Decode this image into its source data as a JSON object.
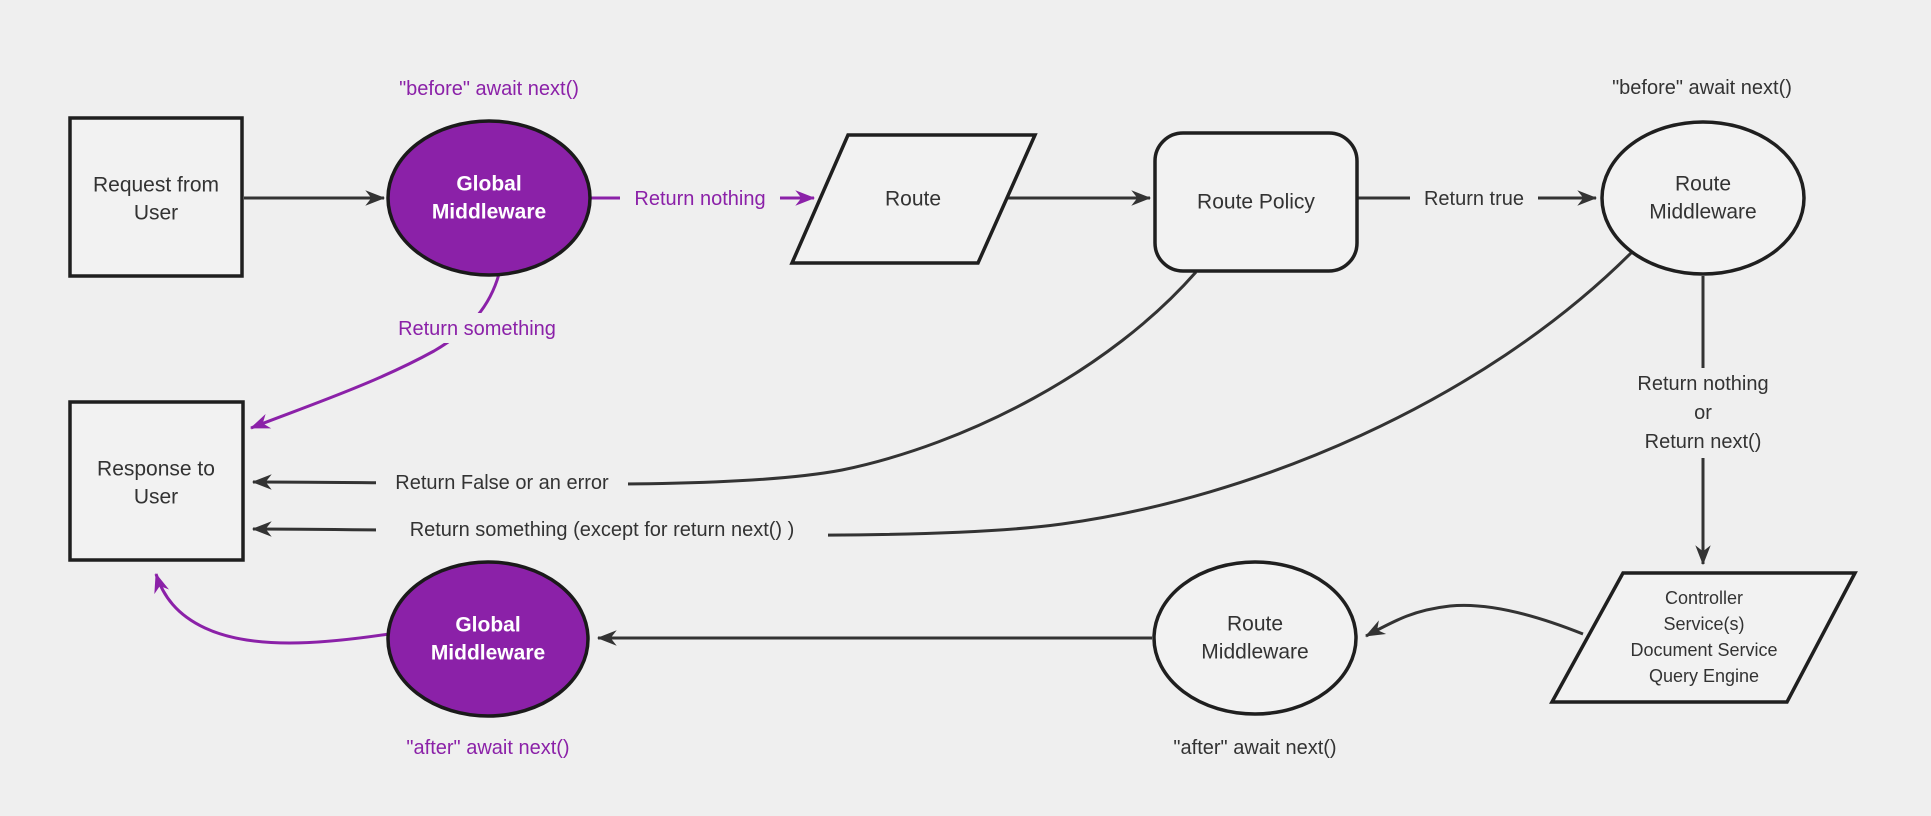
{
  "colors": {
    "background": "#efefef",
    "node_fill": "#f2f2f2",
    "node_stroke": "#1f1f1f",
    "edge_dark": "#333333",
    "purple": "#8b21a8",
    "node_text": "#333333",
    "white_text": "#ffffff"
  },
  "nodes": {
    "request": {
      "line1": "Request from",
      "line2": "User"
    },
    "global_middleware_top": {
      "line1": "Global",
      "line2": "Middleware"
    },
    "route": {
      "label": "Route"
    },
    "route_policy": {
      "label": "Route Policy"
    },
    "route_middleware_top": {
      "line1": "Route",
      "line2": "Middleware"
    },
    "controller": {
      "line1": "Controller",
      "line2": "Service(s)",
      "line3": "Document Service",
      "line4": "Query Engine"
    },
    "route_middleware_bottom": {
      "line1": "Route",
      "line2": "Middleware"
    },
    "global_middleware_bottom": {
      "line1": "Global",
      "line2": "Middleware"
    },
    "response": {
      "line1": "Response to",
      "line2": "User"
    }
  },
  "edge_labels": {
    "before_await_top": "\"before\" await next()",
    "before_await_right": "\"before\" await next()",
    "return_nothing": "Return nothing",
    "return_true": "Return true",
    "return_something": "Return something",
    "return_false_error": "Return False or an error",
    "return_something_except": "Return something (except for return next() )",
    "return_nothing_or_l1": "Return nothing",
    "return_nothing_or_l2": "or",
    "return_nothing_or_l3": "Return next()",
    "after_await_middle": "\"after\" await next()",
    "after_await_left": "\"after\" await next()"
  }
}
